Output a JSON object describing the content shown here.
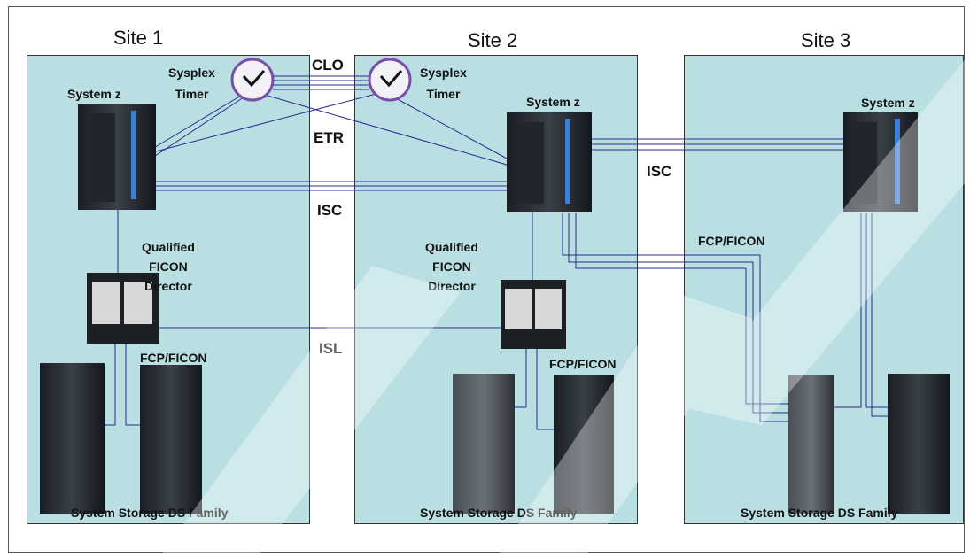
{
  "colors": {
    "site_fill": "#b9dfe3",
    "link": "#2b2b8f",
    "clock_ring": "#7a4fa8"
  },
  "sites": [
    {
      "title": "Site 1",
      "storage_label": "System Storage DS Family"
    },
    {
      "title": "Site 2",
      "storage_label": "System Storage DS Family"
    },
    {
      "title": "Site 3",
      "storage_label": "System Storage DS Family"
    }
  ],
  "servers": [
    {
      "label": "System z"
    },
    {
      "label": "System z"
    },
    {
      "label": "System z"
    }
  ],
  "timers": [
    {
      "label_line1": "Sysplex",
      "label_line2": "Timer",
      "icon": "clock-icon"
    },
    {
      "label_line1": "Sysplex",
      "label_line2": "Timer",
      "icon": "clock-icon"
    }
  ],
  "directors": [
    {
      "line1": "Qualified",
      "line2": "FICON",
      "line3": "Director"
    },
    {
      "line1": "Qualified",
      "line2": "FICON",
      "line3": "Director"
    }
  ],
  "links": {
    "clo": "CLO",
    "etr": "ETR",
    "isc_12": "ISC",
    "isc_23": "ISC",
    "isl": "ISL",
    "fcp_site1": "FCP/FICON",
    "fcp_site2": "FCP/FICON",
    "fcp_site3": "FCP/FICON"
  }
}
